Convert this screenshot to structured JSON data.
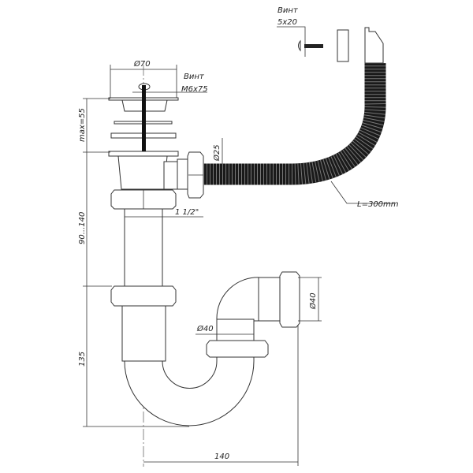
{
  "drawing": {
    "screw_small": {
      "label": "Винт",
      "size": "5x20"
    },
    "screw_main": {
      "label": "Винт",
      "size": "M6x75"
    },
    "strainer_diameter": "Ø70",
    "hose_diameter": "Ø25",
    "hose_length": "L=300mm",
    "thread_size": "1 1/2\"",
    "outlet_diameter": "Ø40",
    "pipe_diameter": "Ø40",
    "dim_max_thickness": "max=55",
    "dim_height_adjust": "90...140",
    "dim_trap_depth": "135",
    "dim_width": "140"
  },
  "colors": {
    "line": "#333333",
    "hose": "#1a1a1a"
  }
}
